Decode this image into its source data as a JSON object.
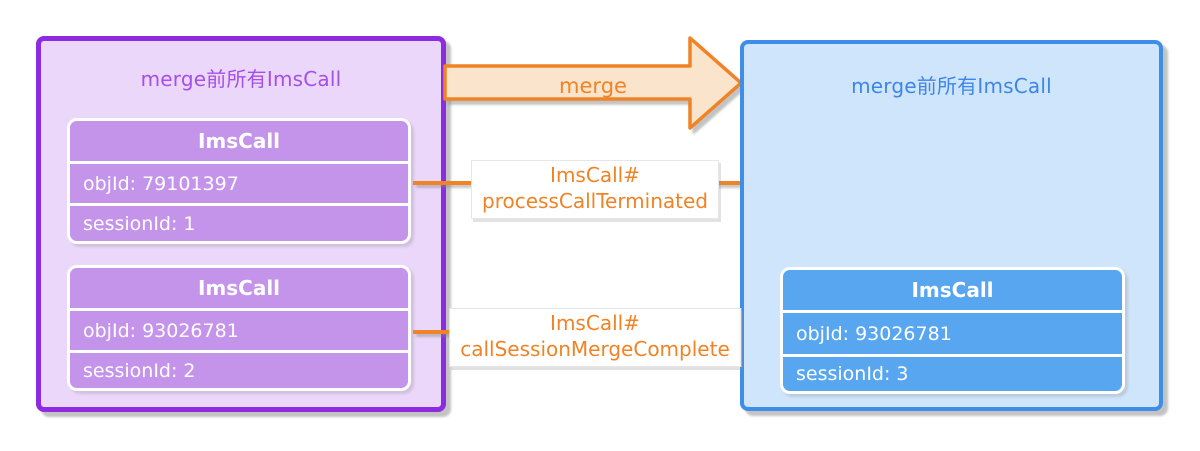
{
  "left_panel": {
    "title": "merge前所有ImsCall",
    "boxes": [
      {
        "header": "ImsCall",
        "rows": [
          "objId: 79101397",
          "sessionId: 1"
        ]
      },
      {
        "header": "ImsCall",
        "rows": [
          "objId: 93026781",
          "sessionId: 2"
        ]
      }
    ]
  },
  "right_panel": {
    "title": "merge前所有ImsCall",
    "boxes": [
      {
        "header": "ImsCall",
        "rows": [
          "objId: 93026781",
          "sessionId: 3"
        ]
      }
    ]
  },
  "merge_arrow": {
    "label": "merge"
  },
  "connectors": [
    {
      "line1": "ImsCall#",
      "line2": "processCallTerminated"
    },
    {
      "line1": "ImsCall#",
      "line2": "callSessionMergeComplete"
    }
  ],
  "colors": {
    "purple_border": "#8c2be0",
    "purple_panel_bg": "#ebd7fa",
    "purple_box": "#c493ea",
    "purple_title": "#a44fe8",
    "blue_border": "#3e8ee8",
    "blue_panel_bg": "#cfe5fb",
    "blue_box": "#58a6f0",
    "blue_title": "#3d86e9",
    "orange": "#f08325",
    "orange_arrow_fill": "#fbe4cc"
  }
}
